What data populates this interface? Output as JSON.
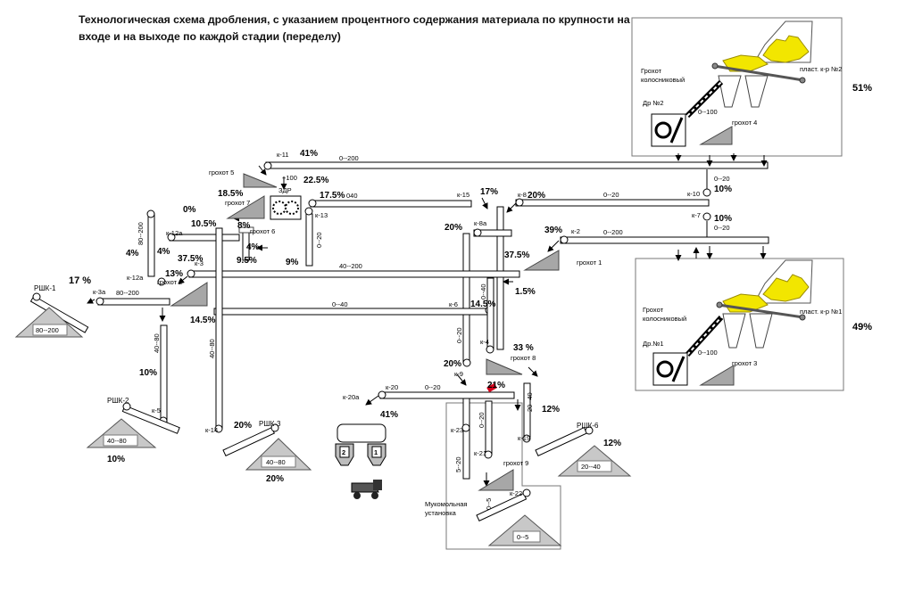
{
  "title": {
    "line1": "Технологическая схема дробления, с указанием процентного содержания материала по крупности на",
    "line2": "входе и на выходе по каждой стадии (переделу)"
  },
  "colors": {
    "ore": "#f2e600",
    "ore_edge": "#9a8c00",
    "pile": "#c8c8c8",
    "screen_fill": "#a7a7a7",
    "crusher_fill": "#9e9e9e",
    "line": "#000000",
    "mill_marker": "#d4001a"
  },
  "icons": [
    "ore-heap-icon",
    "jaw-crusher-icon",
    "twin-roll-crusher-icon",
    "grizzly-screen-icon",
    "vibrating-screen-icon",
    "bunker-icon",
    "dump-truck-icon",
    "stockpile-icon"
  ],
  "labels": {
    "percents": {
      "p51": "51%",
      "p49": "49%",
      "p41_top": "41%",
      "p22_5": "22.5%",
      "p18_5": "18.5%",
      "p17_5": "17.5%",
      "p17_k15": "17%",
      "p20_k8": "20%",
      "p10_k10": "10%",
      "p10_k7": "10%",
      "p39": "39%",
      "p0": "0%",
      "p10_5": "10.5%",
      "p8": "8%",
      "p4_left": "4%",
      "p4_12a": "4%",
      "p4_mid": "4%",
      "p9_5": "9.5%",
      "p9": "9%",
      "p20_k8a": "20%",
      "p37_5_k3": "37.5%",
      "p37_5_right": "37.5%",
      "p13": "13%",
      "p1_5": "1.5%",
      "p17_rsh1": "17 %",
      "p14_5_left": "14.5%",
      "p14_5_right": "14.5%",
      "p33": "33 %",
      "p20_k9": "20%",
      "p21": "21%",
      "p41_k20a": "41%",
      "p12_side": "12%",
      "p12_rsh6": "12%",
      "p10_k5": "10%",
      "p10_rsh2": "10%",
      "p20_k14": "20%",
      "p20_rsh3": "20%"
    },
    "conveyors": {
      "k11": "к-11",
      "k10": "к-10",
      "k7": "к-7",
      "k8": "к-8",
      "k2": "к-2",
      "k15": "к-15",
      "k13": "к-13",
      "k8a": "к-8а",
      "k12a_top": "к-12а",
      "k12a": "к-12а",
      "k3": "к-3",
      "k3a": "к-3а",
      "k6": "к-6",
      "k4": "к-4",
      "k9": "к-9",
      "k20": "к-20",
      "k20a": "к-20а",
      "k23": "к-23",
      "k21": "к-21",
      "k22": "к-22",
      "k19": "к-19",
      "k5": "к-5",
      "k14": "к-14"
    },
    "sizes": {
      "s0_200_top": "0--200",
      "s0_20_k10": "0--20",
      "s0_20_k7": "0--20",
      "s0_20_k8": "0--20",
      "s0_200_k2": "0--200",
      "s100": "+100",
      "s040": "040",
      "s40_200": "40--200",
      "s0_40_k6": "0--40",
      "s80_200_v": "80--200",
      "s80_200_k3a": "80--200",
      "s0_20_k13": "0--20",
      "s40_80_k5": "40--80",
      "s40_80_k14": "40--80",
      "s0_40_k4": "0--40",
      "s0_20_k9": "0--20",
      "s0_20_k20": "0--20",
      "s0_20_k21": "0--20",
      "s20_40": "20--40",
      "s5_20": "5--20",
      "s0_5": "0--5",
      "s0_100_top": "0--100",
      "s0_100_bot": "0--100"
    },
    "equipment": {
      "grokhot5": "грохот 5",
      "grokhot7": "грохот 7",
      "grokhot6": "грохот 6",
      "grokhot2": "грохот 2",
      "grokhot1": "грохот 1",
      "grokhot8": "грохот 8",
      "grokhot9": "грохот 9",
      "grokhot4": "грохот 4",
      "grokhot3": "грохот 3",
      "zdr": "ЗДР",
      "plast2": "пласт. к-р №2",
      "plast1": "пласт. к-р №1",
      "grizzly_top_1": "Грохот",
      "grizzly_top_2": "колосниковый",
      "grizzly_bot_1": "Грохот",
      "grizzly_bot_2": "колосниковый",
      "dr2": "Др №2",
      "dr1": "Др.№1",
      "mill_1": "Мукомольная",
      "mill_2": "установка",
      "bunker1": "1",
      "bunker2": "2"
    },
    "stockpiles": {
      "rsh1": "РШК-1",
      "rsh1_size": "80--200",
      "rsh2": "РШК-2",
      "rsh2_size": "40--80",
      "rsh3": "РШК-3",
      "rsh3_size": "40--80",
      "rsh6": "РШК-6",
      "rsh6_size": "20--40",
      "fines_size": "0--5"
    }
  }
}
